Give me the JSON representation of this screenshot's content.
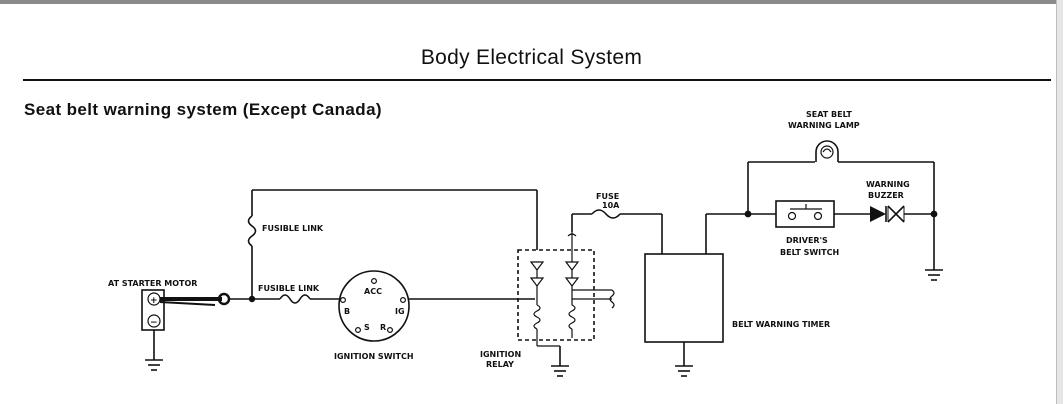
{
  "page": {
    "title": "Body Electrical System",
    "section_title": "Seat belt warning system (Except Canada)"
  },
  "labels": {
    "seat_belt_warning_lamp_1": "SEAT BELT",
    "seat_belt_warning_lamp_2": "WARNING LAMP",
    "fuse_1": "FUSE",
    "fuse_2": "10A",
    "warning_buzzer_1": "WARNING",
    "warning_buzzer_2": "BUZZER",
    "fusible_link_upper": "FUSIBLE LINK",
    "drivers_belt_switch_1": "DRIVER'S",
    "drivers_belt_switch_2": "BELT SWITCH",
    "at_starter_motor": "AT STARTER MOTOR",
    "fusible_link_lower": "FUSIBLE LINK",
    "ignition_switch": "IGNITION SWITCH",
    "ignition_relay_1": "IGNITION",
    "ignition_relay_2": "RELAY",
    "belt_warning_timer": "BELT WARNING TIMER",
    "terminal_acc": "ACC",
    "terminal_b": "B",
    "terminal_ig": "IG",
    "terminal_s": "S",
    "terminal_r": "R",
    "battery_plus": "+",
    "battery_minus": "−"
  }
}
